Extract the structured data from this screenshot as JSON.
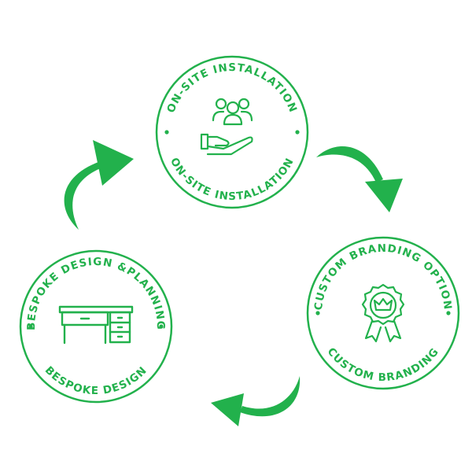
{
  "colors": {
    "accent": "#22b14c",
    "background": "#ffffff"
  },
  "badges": [
    {
      "id": "on-site-installation",
      "top_text": "ON-SITE INSTALLATION",
      "bottom_text": "ON-SITE INSTALLATION",
      "icon": "people-in-hand-icon"
    },
    {
      "id": "custom-branding-option",
      "top_text": "CUSTOM BRANDING OPTION",
      "bottom_text": "CUSTOM BRANDING",
      "icon": "award-rosette-crown-icon"
    },
    {
      "id": "bespoke-design-planning",
      "top_text": "BESPOKE DESIGN &PLANNING",
      "bottom_text": "BESPOKE DESIGN",
      "icon": "desk-drawers-icon"
    }
  ],
  "arrows": [
    {
      "name": "arrow-top-right",
      "direction": "clockwise"
    },
    {
      "name": "arrow-bottom",
      "direction": "clockwise"
    },
    {
      "name": "arrow-left",
      "direction": "clockwise"
    }
  ]
}
